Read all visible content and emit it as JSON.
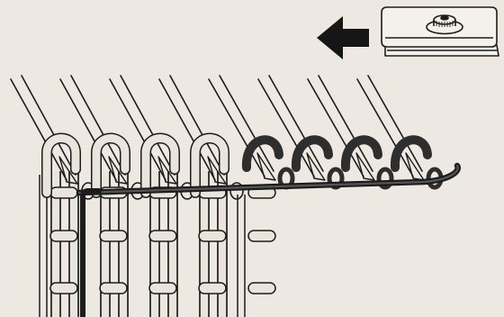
{
  "illustration": {
    "subject": "knitting-machine-cast-on-diagram",
    "icons": {
      "direction_arrow": "arrow-left-icon",
      "carriage": "carriage-icon",
      "needles": "needle-icon",
      "loops": "loop-icon",
      "yarn": "yarn-strand-icon"
    },
    "arrow_direction": "left",
    "needle_count": 8,
    "knitted_loop_count": 4,
    "new_loop_count": 4,
    "colors": {
      "paper": "#ede9e2",
      "ink": "#1c1c1c",
      "new_loop_fill": "#2e2e2e",
      "yarn_fill": "#e9e5dc"
    }
  }
}
